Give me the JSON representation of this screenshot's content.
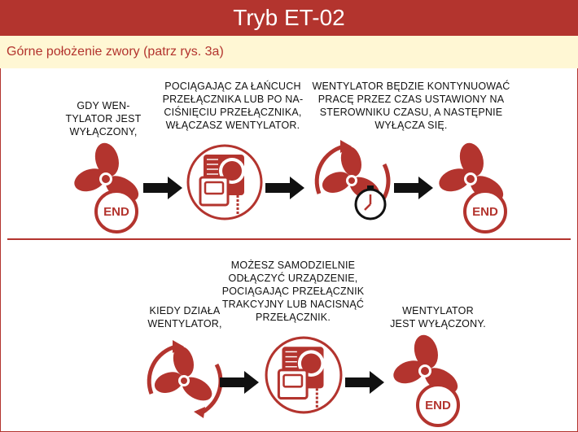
{
  "header": {
    "title": "Tryb ET-02"
  },
  "subtitle": "Górne położenie zwory (patrz rys. 3a)",
  "colors": {
    "accent": "#b3342e",
    "subtitle_bg": "#fff7d4",
    "arrow": "#111111"
  },
  "row1": {
    "captions": [
      "GDY WEN-\nTYLATOR JEST\nWYŁĄCZONY,",
      "POCIĄGAJĄC ZA ŁAŃCUCH\nPRZEŁĄCZNIKA LUB PO NA-\nCIŚNIĘCIU PRZEŁĄCZNIKA,\nWŁĄCZASZ WENTYLATOR.",
      "WENTYLATOR BĘDZIE KONTYNUOWAĆ\nPRACĘ PRZEZ CZAS USTAWIONY NA\nSTEROWNIKU CZASU, A NASTĘPNIE\nWYŁĄCZA SIĘ."
    ],
    "end_labels": [
      "END",
      "END"
    ]
  },
  "row2": {
    "captions": [
      "KIEDY DZIAŁA\nWENTYLATOR,",
      "MOŻESZ SAMODZIELNIE\nODŁĄCZYĆ URZĄDZENIE,\nPOCIĄGAJĄC PRZEŁĄCZNIK\nTRAKCYJNY LUB NACISNĄĆ\nPRZEŁĄCZNIK.",
      "WENTYLATOR\nJEST WYŁĄCZONY."
    ],
    "end_labels": [
      "END"
    ]
  },
  "icons": {
    "fan": "fan-icon",
    "fan_rotating": "rotating-fan-icon",
    "switch": "switch-icon",
    "timer": "timer-icon",
    "arrow": "arrow-right-icon",
    "end_badge": "end-badge-icon"
  }
}
